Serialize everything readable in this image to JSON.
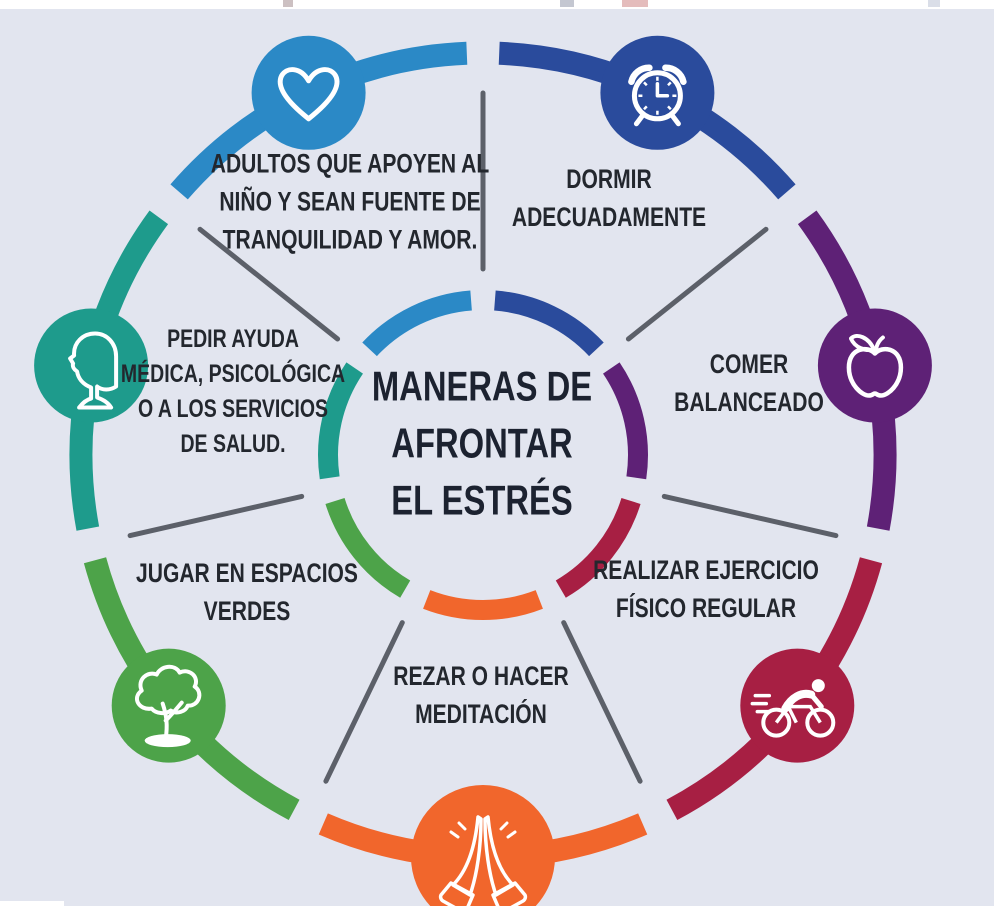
{
  "page": {
    "background_color": "#e2e5ef",
    "top_strip_color": "#ffffff"
  },
  "center": {
    "title": "MANERAS DE\nAFRONTAR\nEL ESTRÉS",
    "text_color": "#1c2230"
  },
  "wheel": {
    "spoke_color": "#5c6069",
    "label_color": "#23272e",
    "icon_color": "#ffffff",
    "segments": [
      {
        "key": "dormir",
        "label": "DORMIR\nADECUADAMENTE",
        "icon": "alarm-clock-icon",
        "color": "#2a4b9c"
      },
      {
        "key": "comer",
        "label": "COMER\nBALANCEADO",
        "icon": "apple-icon",
        "color": "#5e2176"
      },
      {
        "key": "ejercicio",
        "label": "REALIZAR EJERCICIO\nFÍSICO REGULAR",
        "icon": "cyclist-icon",
        "color": "#a71f43"
      },
      {
        "key": "rezar",
        "label": "REZAR O HACER\nMEDITACIÓN",
        "icon": "praying-hands-icon",
        "color": "#f1662c"
      },
      {
        "key": "jugar",
        "label": "JUGAR EN ESPACIOS\nVERDES",
        "icon": "tree-icon",
        "color": "#4da349"
      },
      {
        "key": "pedir",
        "label": "PEDIR AYUDA\nMÉDICA, PSICOLÓGICA\nO A LOS SERVICIOS\nDE SALUD.",
        "icon": "child-head-icon",
        "color": "#1e9b8c"
      },
      {
        "key": "adultos",
        "label": "ADULTOS QUE APOYEN AL\nNIÑO Y SEAN FUENTE DE\nTRANQUILIDAD Y AMOR.",
        "icon": "heart-icon",
        "color": "#2b89c6"
      }
    ]
  }
}
